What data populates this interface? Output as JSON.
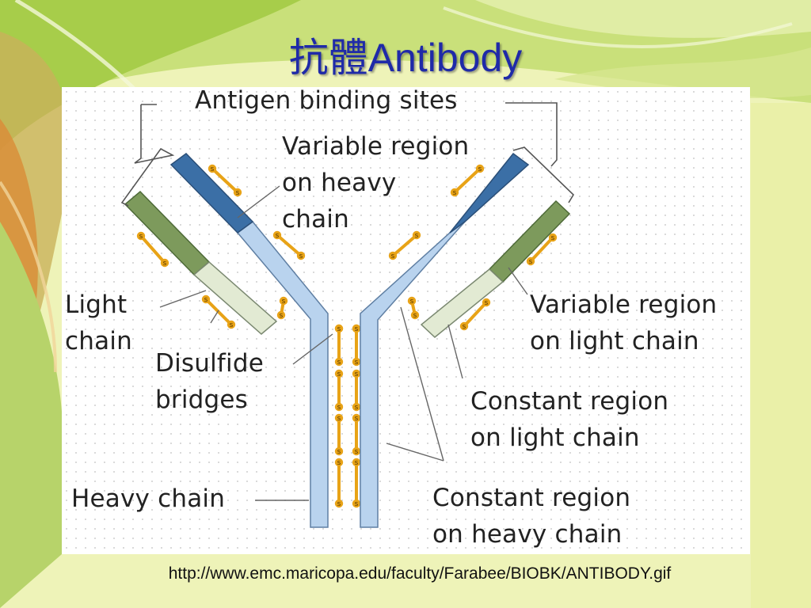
{
  "slide": {
    "title": "抗體Antibody",
    "source_url": "http://www.emc.maricopa.edu/faculty/Farabee/BIOBK/ANTIBODY.gif"
  },
  "diagram": {
    "labels": {
      "antigen_binding_sites": "Antigen binding sites",
      "variable_heavy": [
        "Variable region",
        "on heavy",
        "chain"
      ],
      "light_chain": [
        "Light",
        "chain"
      ],
      "disulfide_bridges": [
        "Disulfide",
        "bridges"
      ],
      "heavy_chain": "Heavy chain",
      "variable_light": [
        "Variable region",
        "on light chain"
      ],
      "constant_light": [
        "Constant region",
        "on light chain"
      ],
      "constant_heavy": [
        "Constant region",
        "on heavy chain"
      ]
    },
    "bond_symbol": "s"
  },
  "colors": {
    "heavy_constant": "#b9d3ee",
    "heavy_variable": "#3b6fa6",
    "light_variable": "#7d9a5c",
    "light_constant": "#e2ead3",
    "disulfide": "#e8a317",
    "title": "#1f2aa8"
  }
}
